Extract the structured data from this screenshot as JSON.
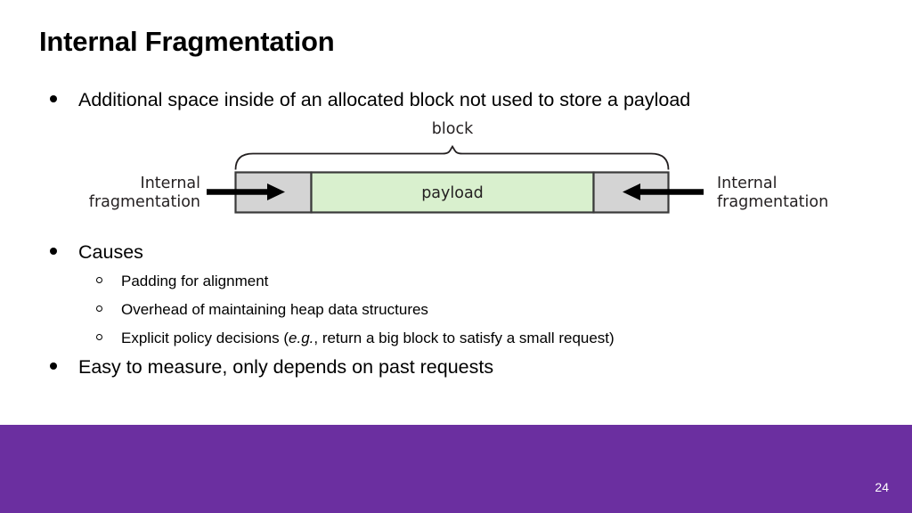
{
  "slide": {
    "title": "Internal Fragmentation",
    "page_number": "24",
    "background_color": "#ffffff",
    "footer_color": "#6B2FA0",
    "text_color": "#000000"
  },
  "bullets": [
    {
      "level": 1,
      "marker": "filled-disc",
      "text": "Additional space inside of an allocated block not used to store a payload"
    },
    {
      "level": 1,
      "marker": "filled-disc",
      "text": "Causes"
    },
    {
      "level": 2,
      "marker": "hollow-circle",
      "text": "Padding for alignment"
    },
    {
      "level": 2,
      "marker": "hollow-circle",
      "text": "Overhead of maintaining heap data structures"
    },
    {
      "level": 2,
      "marker": "hollow-circle",
      "text_parts": [
        {
          "text": "Explicit policy decisions (",
          "style": "normal"
        },
        {
          "text": "e.g.",
          "style": "italic"
        },
        {
          "text": ", return a big block to satisfy a small request)",
          "style": "normal"
        }
      ]
    },
    {
      "level": 1,
      "marker": "filled-disc",
      "text": "Easy to measure, only depends on past requests"
    }
  ],
  "figure": {
    "brace_label": "block",
    "left_label_line1": "Internal",
    "left_label_line2": "fragmentation",
    "right_label_line1": "Internal",
    "right_label_line2": "fragmentation",
    "payload_label": "payload",
    "segments": [
      {
        "name": "left-padding",
        "fill": "#D4D4D4",
        "label": ""
      },
      {
        "name": "payload",
        "fill": "#D9F0CE",
        "label": "payload"
      },
      {
        "name": "right-padding",
        "fill": "#D4D4D4",
        "label": ""
      }
    ],
    "colors": {
      "gray_fill": "#D4D4D4",
      "green_fill": "#D9F0CE",
      "stroke": "#3A3A3A",
      "arrow": "#000000",
      "label_text": "#231F20"
    }
  }
}
